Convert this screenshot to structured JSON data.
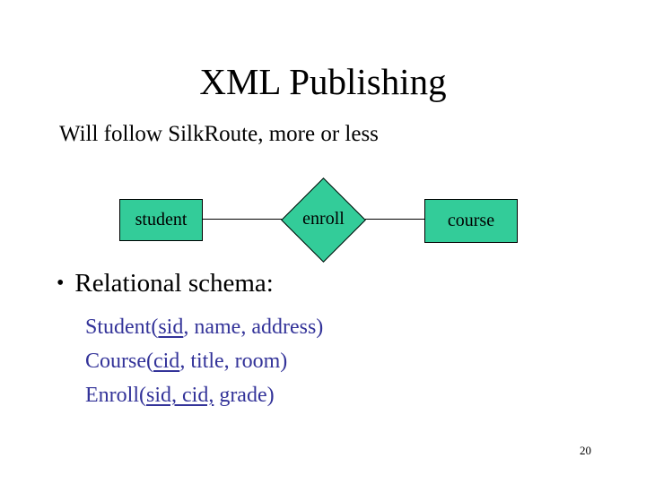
{
  "slide": {
    "title": "XML Publishing",
    "subtitle": "Will follow SilkRoute, more or less",
    "page_number": "20"
  },
  "bullet": {
    "marker": "•",
    "text": "Relational schema:"
  },
  "diagram": {
    "type": "entity-relationship",
    "student_label": "student",
    "enroll_label": "enroll",
    "course_label": "course",
    "shape_fill": "#33CC99",
    "shape_border": "#000000"
  },
  "schema_lines": [
    {
      "prefix": "Student(",
      "key": "sid",
      "rest": ", name, address)"
    },
    {
      "prefix": "Course(",
      "key": "cid",
      "rest": ", title, room)"
    },
    {
      "prefix": "Enroll(",
      "key": "sid, cid,",
      "rest": " grade)"
    }
  ],
  "colors": {
    "background": "#FFFFFF",
    "title_text": "#000000",
    "schema_text": "#333399",
    "shape_fill": "#33CC99"
  }
}
